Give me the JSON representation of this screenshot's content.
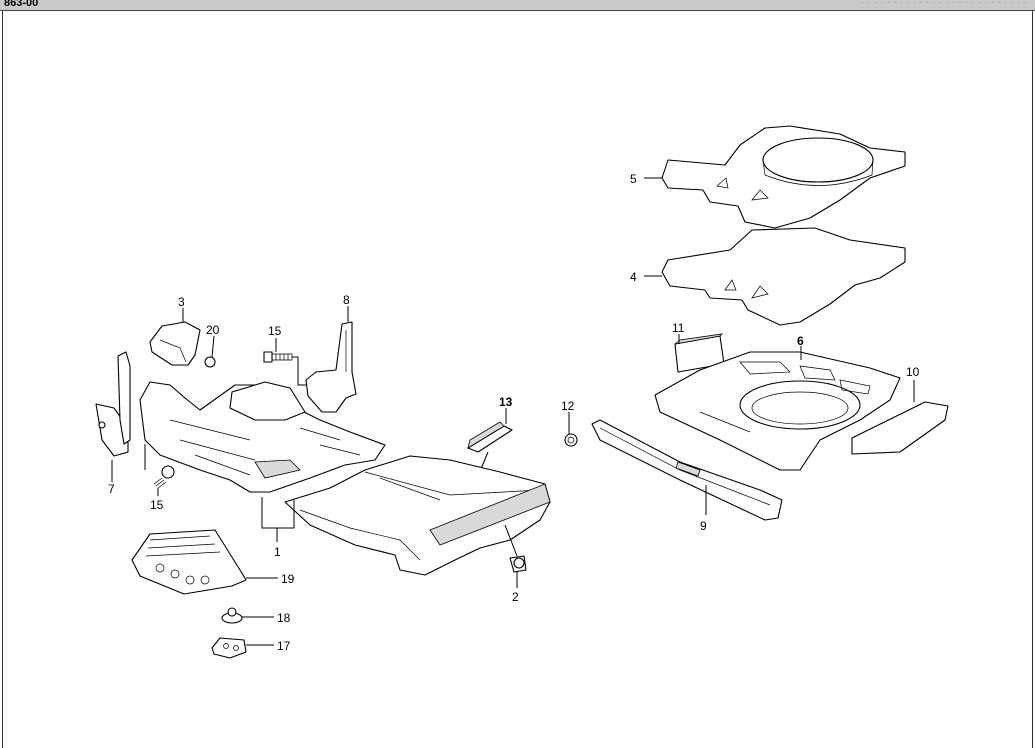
{
  "header": {
    "page_code": "863-00",
    "faint_text": "· · · · · · · · · · · · · · · · · · · · · · · · · ·"
  },
  "parts": [
    {
      "id": "1",
      "label": "1"
    },
    {
      "id": "2",
      "label": "2"
    },
    {
      "id": "3",
      "label": "3"
    },
    {
      "id": "4",
      "label": "4"
    },
    {
      "id": "5",
      "label": "5"
    },
    {
      "id": "6",
      "label": "6"
    },
    {
      "id": "7",
      "label": "7"
    },
    {
      "id": "8",
      "label": "8"
    },
    {
      "id": "9",
      "label": "9"
    },
    {
      "id": "10",
      "label": "10"
    },
    {
      "id": "11",
      "label": "11"
    },
    {
      "id": "12",
      "label": "12"
    },
    {
      "id": "13",
      "label": "13"
    },
    {
      "id": "15a",
      "label": "15"
    },
    {
      "id": "15b",
      "label": "15"
    },
    {
      "id": "17",
      "label": "17"
    },
    {
      "id": "18",
      "label": "18"
    },
    {
      "id": "19",
      "label": "19"
    },
    {
      "id": "20",
      "label": "20"
    }
  ]
}
